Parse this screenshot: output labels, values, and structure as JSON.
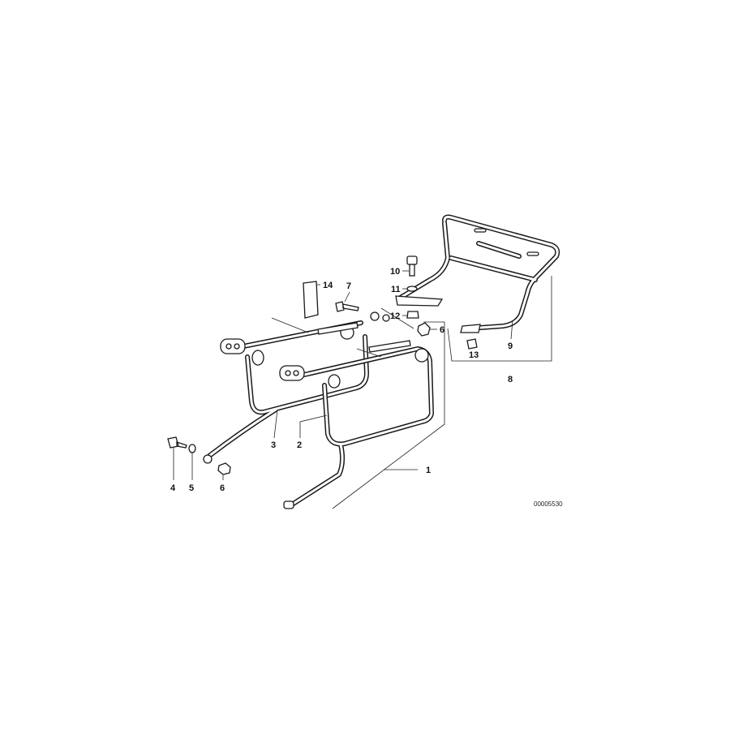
{
  "diagram": {
    "labels": [
      {
        "id": "label-1",
        "text": "1"
      },
      {
        "id": "label-2",
        "text": "2"
      },
      {
        "id": "label-3",
        "text": "3"
      },
      {
        "id": "label-4",
        "text": "4"
      },
      {
        "id": "label-5",
        "text": "5"
      },
      {
        "id": "label-6a",
        "text": "6"
      },
      {
        "id": "label-6b",
        "text": "6"
      },
      {
        "id": "label-7",
        "text": "7"
      },
      {
        "id": "label-8",
        "text": "8"
      },
      {
        "id": "label-9",
        "text": "9"
      },
      {
        "id": "label-10",
        "text": "10"
      },
      {
        "id": "label-11",
        "text": "11"
      },
      {
        "id": "label-12",
        "text": "12"
      },
      {
        "id": "label-13",
        "text": "13"
      },
      {
        "id": "label-14",
        "text": "14"
      }
    ],
    "drawing_code": "00005530"
  }
}
